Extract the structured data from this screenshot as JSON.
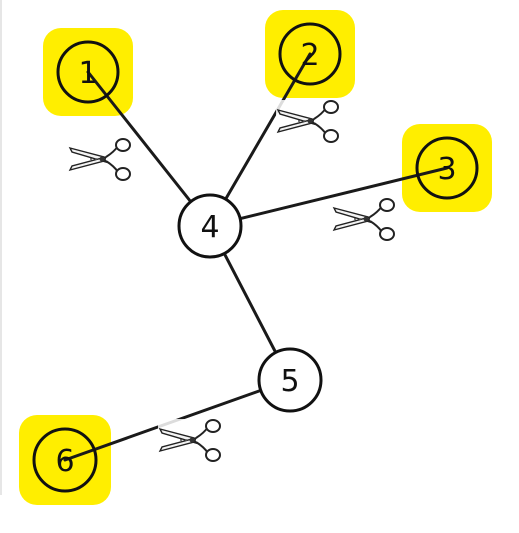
{
  "colors": {
    "highlight": "#ffee00",
    "node_fill": "#ffffff",
    "node_stroke": "#111111",
    "edge": "#1a1a1a"
  },
  "nodes": [
    {
      "id": "1",
      "label": "1",
      "highlighted": true
    },
    {
      "id": "2",
      "label": "2",
      "highlighted": true
    },
    {
      "id": "3",
      "label": "3",
      "highlighted": true
    },
    {
      "id": "4",
      "label": "4",
      "highlighted": false
    },
    {
      "id": "5",
      "label": "5",
      "highlighted": false
    },
    {
      "id": "6",
      "label": "6",
      "highlighted": true
    }
  ],
  "edges": [
    {
      "from": "1",
      "to": "4",
      "cut": true
    },
    {
      "from": "2",
      "to": "4",
      "cut": true
    },
    {
      "from": "3",
      "to": "4",
      "cut": true
    },
    {
      "from": "4",
      "to": "5",
      "cut": false
    },
    {
      "from": "5",
      "to": "6",
      "cut": true
    }
  ],
  "icons": {
    "cut_marker": "scissors-icon"
  }
}
